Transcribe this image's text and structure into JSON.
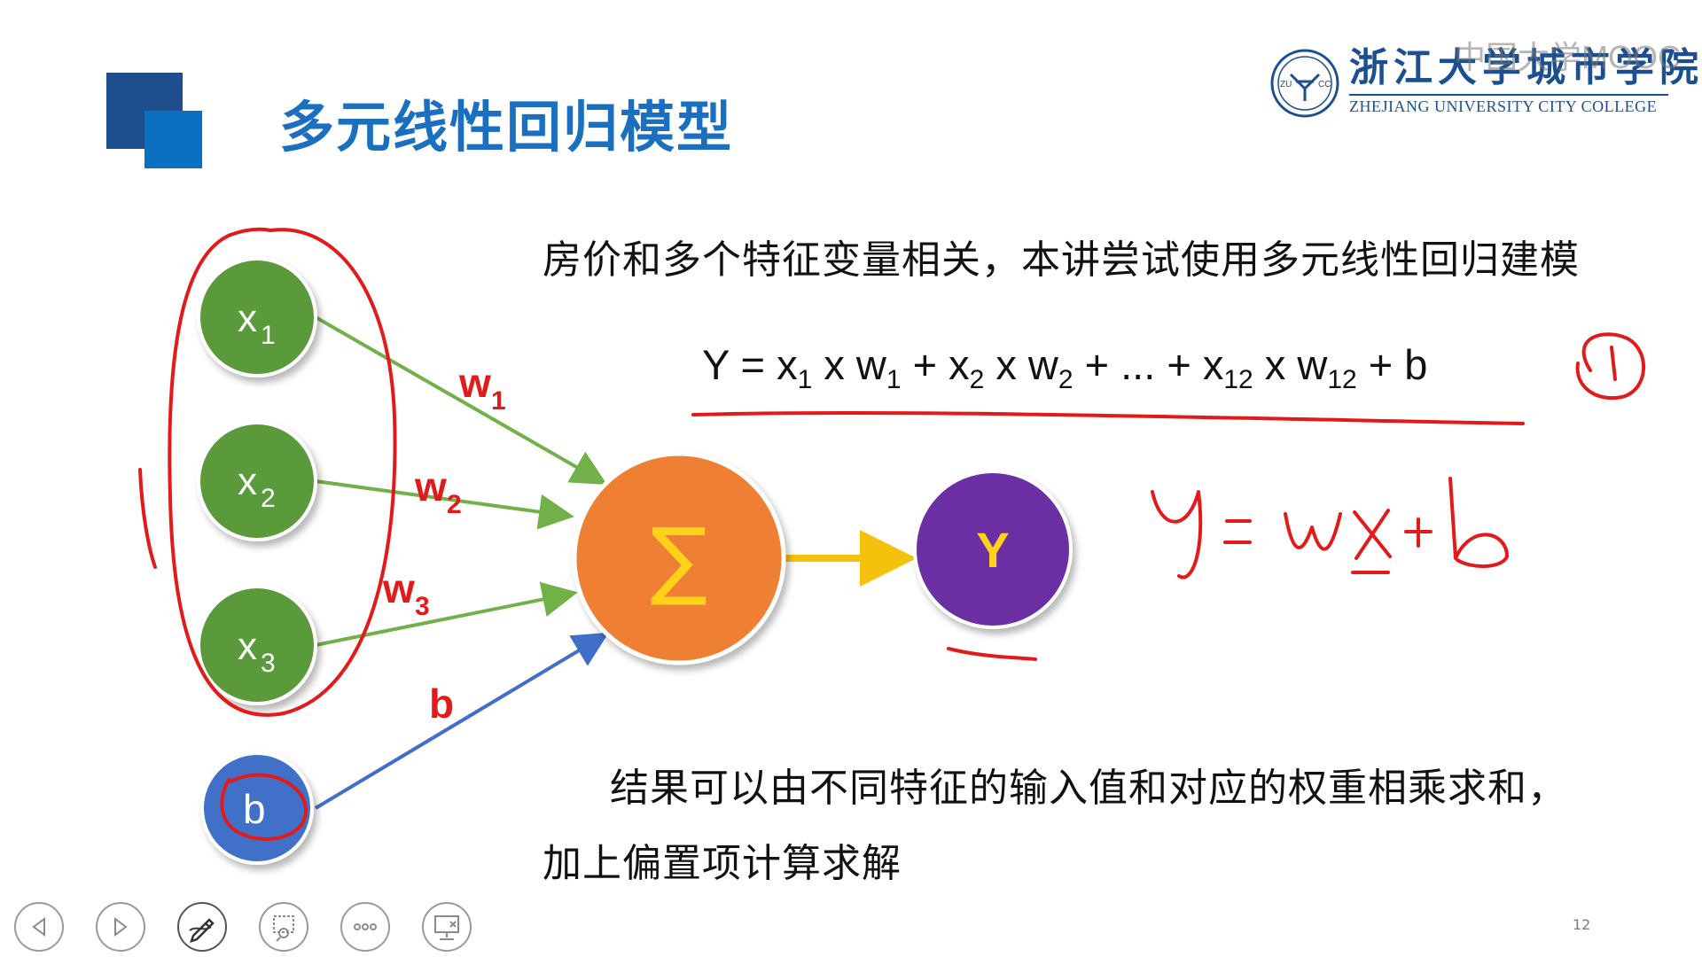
{
  "slide": {
    "title": "多元线性回归模型",
    "logo": {
      "name_cn": "浙江大学城市学院",
      "name_en": "ZHEJIANG UNIVERSITY CITY COLLEGE",
      "seal_text_left": "ZU",
      "seal_text_right": "CC"
    },
    "watermark": "中国大学MOOC",
    "intro_text": "房价和多个特征变量相关，本讲尝试使用多元线性回归建模",
    "formula": {
      "y": "Y",
      "eq": " = ",
      "x1": "x",
      "x1_sub": "1",
      "times1": " x ",
      "w1": "w",
      "w1_sub": "1",
      "plus1": " + ",
      "x2": "x",
      "x2_sub": "2",
      "times2": " x ",
      "w2": "w",
      "w2_sub": "2",
      "plus2": " + ... + ",
      "x12": "x",
      "x12_sub": "12",
      "times3": " x ",
      "w12": "w",
      "w12_sub": "12",
      "plus3": " + ",
      "b": "b"
    },
    "result_line1": "结果可以由不同特征的输入值和对应的权重相乘求和，",
    "result_line2": "加上偏置项计算求解",
    "page_number": "12"
  },
  "diagram": {
    "inputs": [
      {
        "label": "x",
        "sub": "1"
      },
      {
        "label": "x",
        "sub": "2"
      },
      {
        "label": "x",
        "sub": "3"
      }
    ],
    "bias": {
      "label": "b"
    },
    "weights": [
      {
        "label": "w",
        "sub": "1"
      },
      {
        "label": "w",
        "sub": "2"
      },
      {
        "label": "w",
        "sub": "3"
      }
    ],
    "bias_weight": {
      "label": "b"
    },
    "sum_symbol": "∑",
    "output": {
      "label": "Y"
    },
    "colors": {
      "input_node": "#5a9a3a",
      "bias_node": "#3f6fc8",
      "sum_node": "#ef7f31",
      "output_node": "#6c2ea3",
      "edge_green": "#72b04a",
      "edge_blue": "#3f6fc8",
      "edge_yellow": "#f4c20d",
      "annotation_red": "#e31a1a",
      "title_blue": "#1a6fc0"
    }
  },
  "annotations": {
    "handwritten_equation": "y=wx+b",
    "circled_number": "1"
  },
  "toolbar": [
    {
      "name": "previous",
      "icon": "triangle-left-icon"
    },
    {
      "name": "next",
      "icon": "triangle-right-icon"
    },
    {
      "name": "pen",
      "icon": "pen-icon"
    },
    {
      "name": "slide-view",
      "icon": "slide-zoom-icon"
    },
    {
      "name": "more",
      "icon": "more-dots-icon"
    },
    {
      "name": "presenter",
      "icon": "presenter-screen-icon"
    }
  ]
}
